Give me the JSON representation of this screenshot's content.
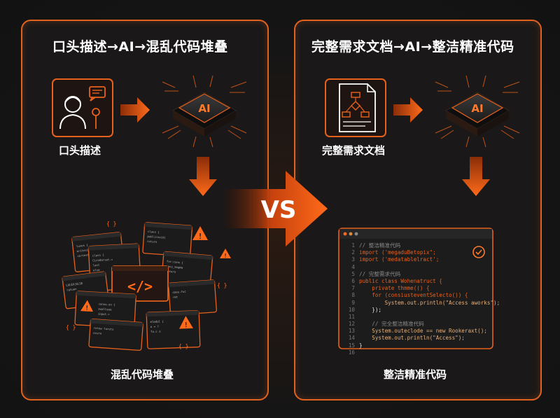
{
  "left": {
    "title": "口头描述→AI→混乱代码堆叠",
    "input_label": "口头描述",
    "output_label": "混乱代码堆叠",
    "input_icon": "person-speaking-icon",
    "processor_icon": "ai-chip-icon",
    "output_icon": "messy-code-windows-icon",
    "processor_text": "AI"
  },
  "right": {
    "title": "完整需求文档→AI→整洁精准代码",
    "input_label": "完整需求文档",
    "output_label": "整洁精准代码",
    "input_icon": "document-flowchart-icon",
    "processor_icon": "ai-chip-icon",
    "output_icon": "code-editor-icon",
    "processor_text": "AI"
  },
  "vs_label": "VS",
  "colors": {
    "accent": "#e8611c",
    "keyword": "#e8611c",
    "string": "#e7b07a",
    "comment": "#8a8a8a",
    "text": "#e6e6e6"
  },
  "clean_code": {
    "lines": [
      {
        "n": "1",
        "text": "// 整洁精准代码"
      },
      {
        "n": "2",
        "text": "import ('megaduBetopix\";"
      },
      {
        "n": "3",
        "text": "import ('medatablelract';"
      },
      {
        "n": "4",
        "text": ""
      },
      {
        "n": "5",
        "text": "// 完整需求代码"
      },
      {
        "n": "6",
        "text": "public class Wohenatruct {"
      },
      {
        "n": "7",
        "text": "    private thmme(() {"
      },
      {
        "n": "8",
        "text": "    for (consiusteventSelecto()) {"
      },
      {
        "n": "9",
        "text": "        System.out.println(\"Access aworks\");"
      },
      {
        "n": "10",
        "text": "    });"
      },
      {
        "n": "11",
        "text": ""
      },
      {
        "n": "12",
        "text": "    // 完全整洁精准代码"
      },
      {
        "n": "13",
        "text": "    System.outeclode == new Rookeraxt();"
      },
      {
        "n": "14",
        "text": "    System.out.println(\"Access\");"
      },
      {
        "n": "15",
        "text": "}"
      },
      {
        "n": "16",
        "text": ""
      }
    ]
  }
}
